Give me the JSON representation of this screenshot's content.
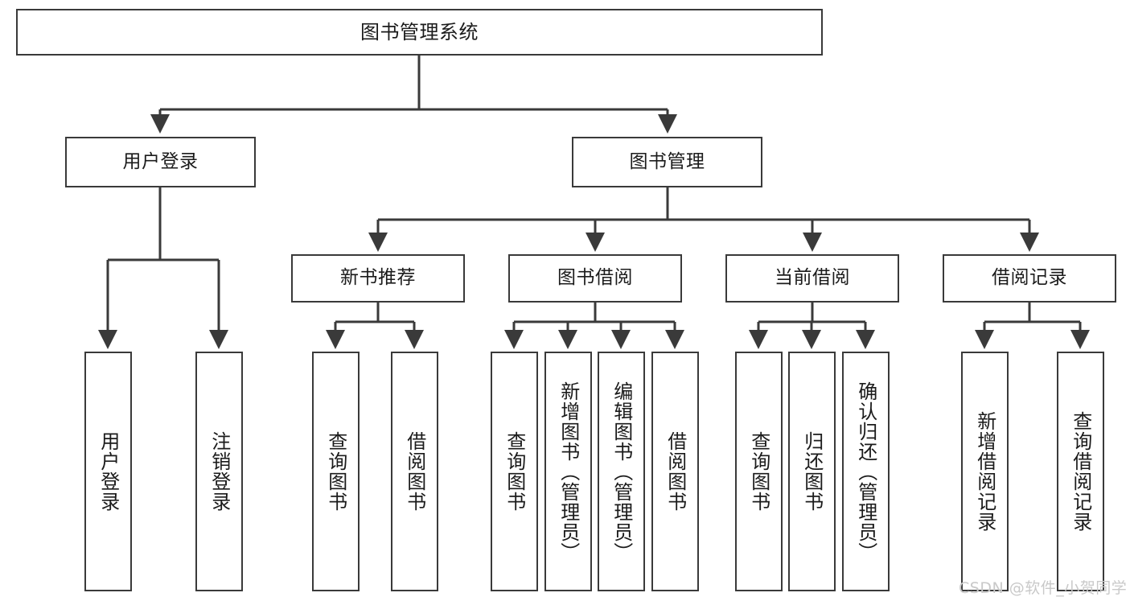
{
  "diagram": {
    "title": "图书管理系统",
    "type": "tree",
    "stroke_color": "#3a3a3a",
    "background_color": "#ffffff",
    "watermark": "CSDN @软件_小贺同学",
    "levels": {
      "root": {
        "label": "图书管理系统"
      },
      "level2": [
        {
          "label": "用户登录"
        },
        {
          "label": "图书管理"
        }
      ],
      "level3": [
        {
          "label": "新书推荐"
        },
        {
          "label": "图书借阅"
        },
        {
          "label": "当前借阅"
        },
        {
          "label": "借阅记录"
        }
      ],
      "leaves": {
        "user_login": [
          {
            "label": "用户登录"
          },
          {
            "label": "注销登录"
          }
        ],
        "new_book": [
          {
            "label": "查询图书"
          },
          {
            "label": "借阅图书"
          }
        ],
        "book_borrow": [
          {
            "label": "查询图书"
          },
          {
            "label": "新增图书（管理员）"
          },
          {
            "label": "编辑图书（管理员）"
          },
          {
            "label": "借阅图书"
          }
        ],
        "current_borrow": [
          {
            "label": "查询图书"
          },
          {
            "label": "归还图书"
          },
          {
            "label": "确认归还（管理员）"
          }
        ],
        "borrow_record": [
          {
            "label": "新增借阅记录"
          },
          {
            "label": "查询借阅记录"
          }
        ]
      }
    }
  }
}
